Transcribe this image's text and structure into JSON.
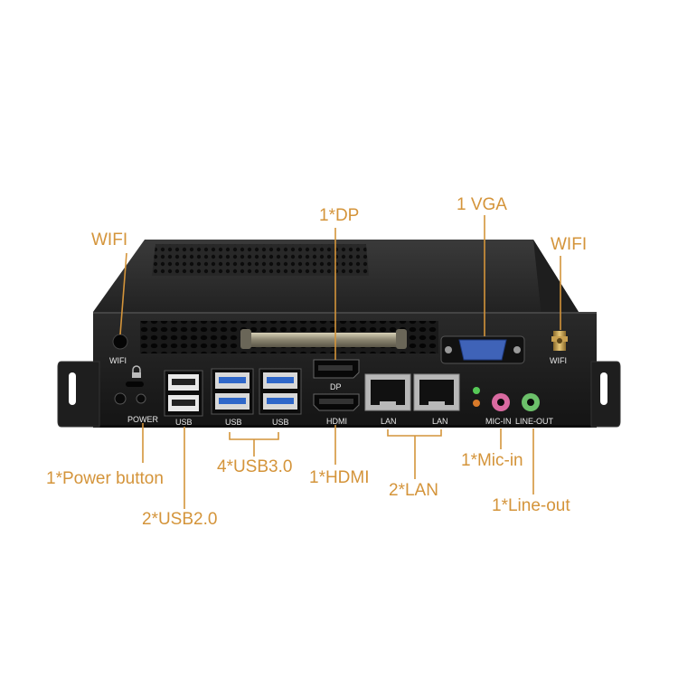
{
  "colors": {
    "callout": "#d4943a",
    "chassis": "#1c1c1c",
    "usb3_blue": "#2f67c9",
    "mic_pink": "#d96aa0",
    "lineout_green": "#6cc06a"
  },
  "callouts": {
    "wifi_left": "WIFI",
    "dp": "1*DP",
    "vga": "1 VGA",
    "wifi_right": "WIFI",
    "power_button": "1*Power button",
    "usb2": "2*USB2.0",
    "usb3": "4*USB3.0",
    "hdmi": "1*HDMI",
    "lan": "2*LAN",
    "mic_in": "1*Mic-in",
    "line_out": "1*Line-out"
  },
  "panel_labels": {
    "wifi_left": "WIFI",
    "wifi_right": "WIFI",
    "power": "POWER",
    "usb_a": "USB",
    "usb_b": "USB",
    "usb_c": "USB",
    "dp": "DP",
    "hdmi": "HDMI",
    "lan_a": "LAN",
    "lan_b": "LAN",
    "mic_in": "MIC-IN",
    "line_out": "LINE-OUT"
  },
  "icons": [
    "wifi-antenna-icon",
    "lock-icon",
    "usb-port-icon",
    "ethernet-port-icon",
    "vga-port-icon",
    "audio-jack-icon"
  ]
}
